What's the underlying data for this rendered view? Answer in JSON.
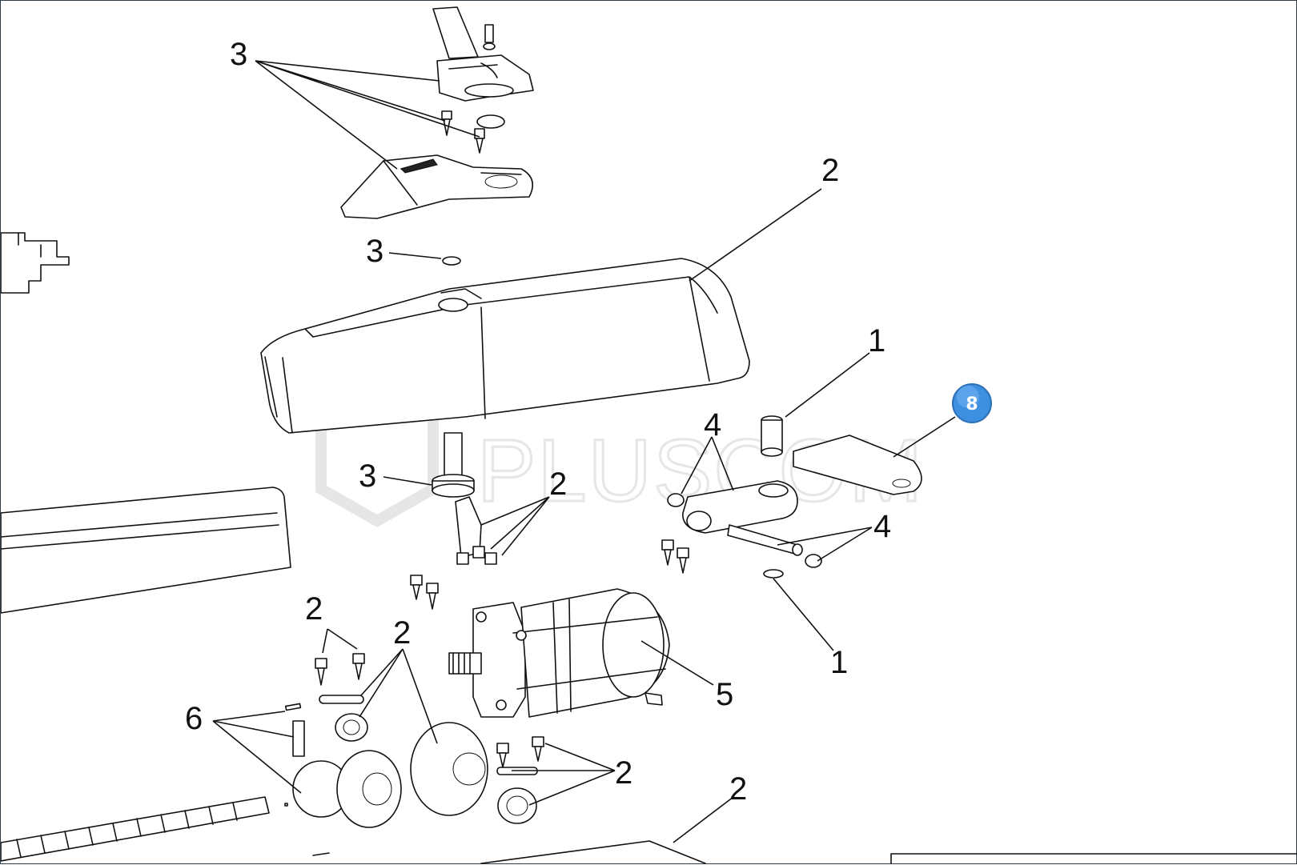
{
  "watermark": {
    "text": "PLUSCOM"
  },
  "badge": {
    "text": "8",
    "color": "#3d8fe0"
  },
  "callouts": [
    {
      "id": "c1",
      "text": "3"
    },
    {
      "id": "c2",
      "text": "2"
    },
    {
      "id": "c3",
      "text": "3"
    },
    {
      "id": "c4",
      "text": "1"
    },
    {
      "id": "c5",
      "text": "4"
    },
    {
      "id": "c6",
      "text": "3"
    },
    {
      "id": "c7",
      "text": "2"
    },
    {
      "id": "c8",
      "text": "4"
    },
    {
      "id": "c9",
      "text": "2"
    },
    {
      "id": "c10",
      "text": "2"
    },
    {
      "id": "c11",
      "text": "1"
    },
    {
      "id": "c12",
      "text": "5"
    },
    {
      "id": "c13",
      "text": "6"
    },
    {
      "id": "c14",
      "text": "2"
    },
    {
      "id": "c15",
      "text": "2"
    }
  ]
}
